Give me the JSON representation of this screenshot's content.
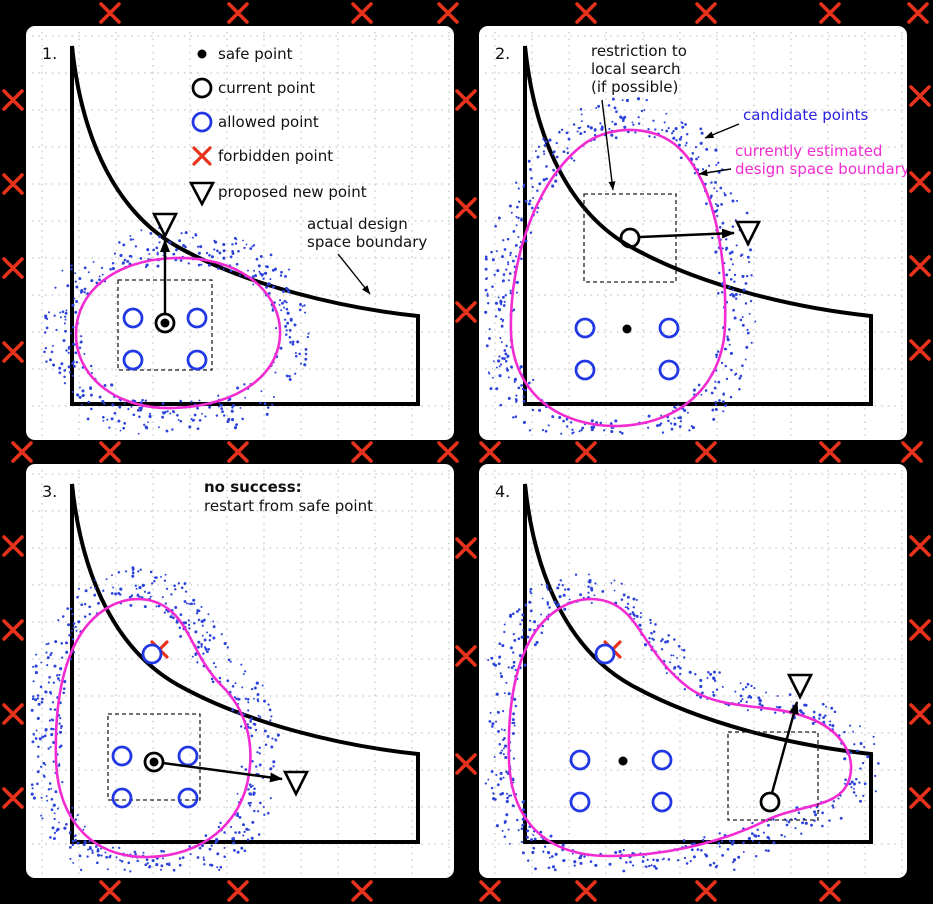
{
  "colors": {
    "magenta": "#f32bd2",
    "blue": "#2238e4",
    "blue_label": "#2a22dd",
    "scatter": "#2c43da",
    "red": "#e8321c"
  },
  "panels": [
    {
      "number": "1.",
      "legend": [
        {
          "label": "safe point"
        },
        {
          "label": "current point"
        },
        {
          "label": "allowed point"
        },
        {
          "label": "forbidden point"
        },
        {
          "label": "proposed new point"
        }
      ],
      "boundary_label": [
        "actual design",
        "space boundary"
      ]
    },
    {
      "number": "2.",
      "note": [
        "restriction to",
        "local search",
        "(if possible)"
      ],
      "candidate_label": "candidate points",
      "estimated_label": [
        "currently estimated",
        "design space boundary"
      ]
    },
    {
      "number": "3.",
      "note_title": "no success:",
      "note_body": "restart from safe point"
    },
    {
      "number": "4."
    }
  ]
}
